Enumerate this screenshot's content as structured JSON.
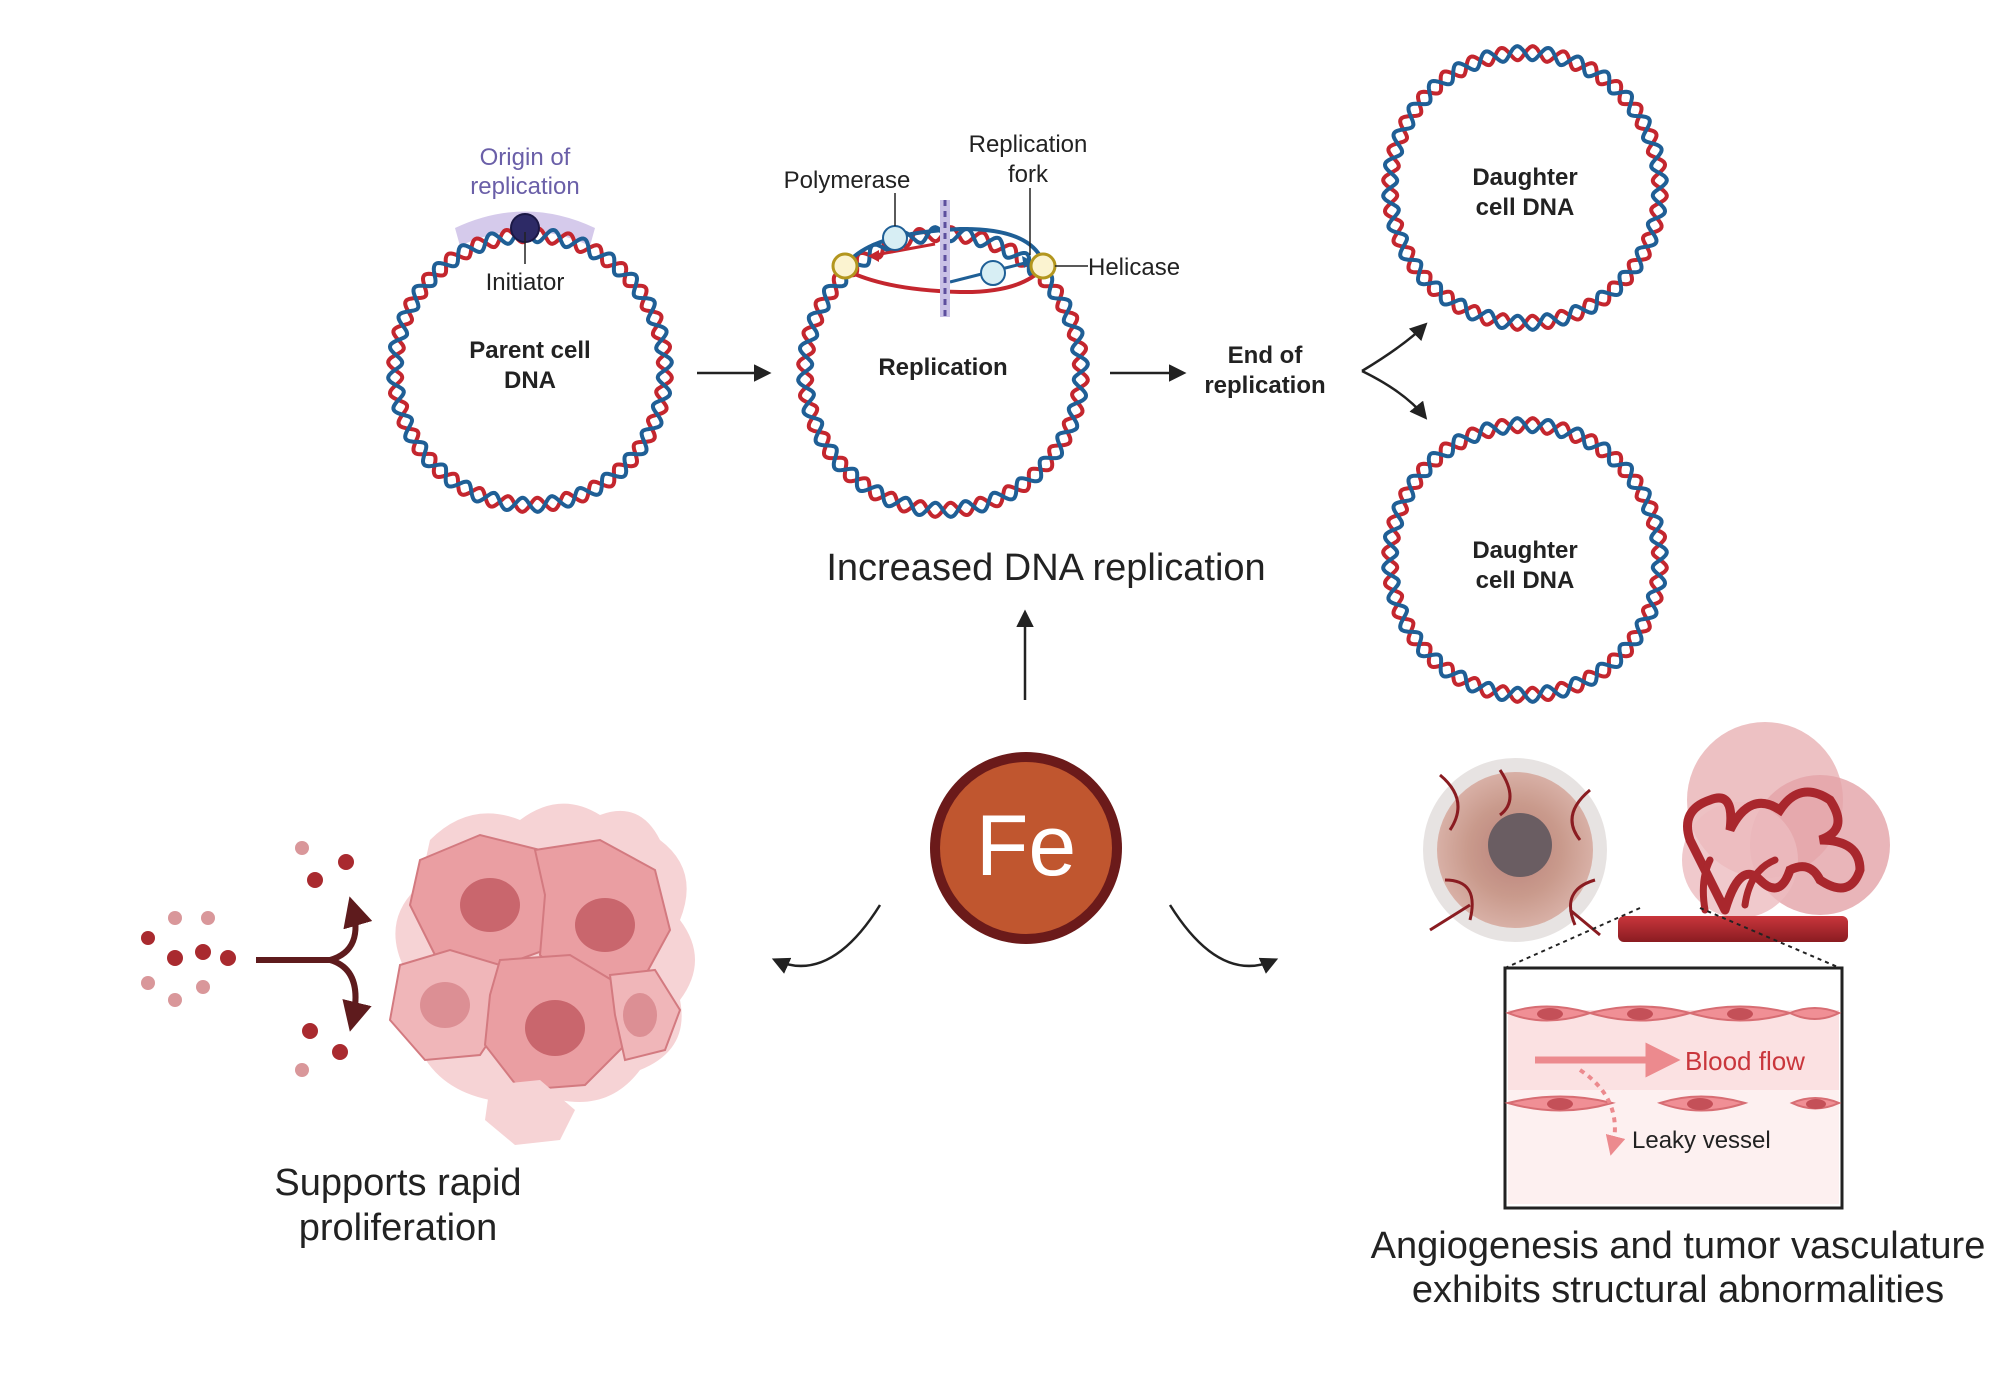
{
  "dna": {
    "origin_label_line1": "Origin of",
    "origin_label_line2": "replication",
    "initiator_label": "Initiator",
    "parent_line1": "Parent cell",
    "parent_line2": "DNA",
    "polymerase_label": "Polymerase",
    "fork_label_line1": "Replication",
    "fork_label_line2": "fork",
    "helicase_label": "Helicase",
    "replication_label": "Replication",
    "end_line1": "End of",
    "end_line2": "replication",
    "daughter_line1": "Daughter",
    "daughter_line2": "cell DNA",
    "caption": "Increased DNA replication"
  },
  "center": {
    "element_symbol": "Fe"
  },
  "proliferation": {
    "caption_line1": "Supports rapid",
    "caption_line2": "proliferation"
  },
  "vasculature": {
    "blood_flow_label": "Blood flow",
    "leaky_label": "Leaky vessel",
    "caption_line1": "Angiogenesis and tumor vasculature",
    "caption_line2": "exhibits structural abnormalities"
  },
  "colors": {
    "strand_red": "#c4262e",
    "strand_blue": "#1f5f96",
    "fe_fill": "#c0562f",
    "fe_ring": "#6b1a1a",
    "arrow": "#222222",
    "cell_pink": "#e88f95",
    "nucleus": "#c9666d",
    "vessel_red": "#a9272d",
    "origin_purple": "#6a5fa8"
  }
}
